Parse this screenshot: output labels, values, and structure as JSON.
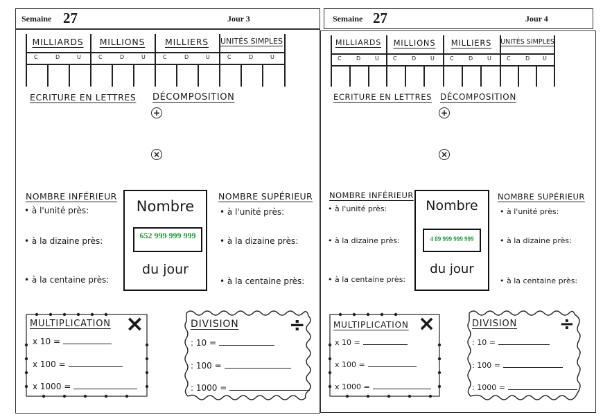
{
  "left": {
    "semaine_label": "Semaine",
    "semaine_num": "27",
    "jour": "Jour 3",
    "nombre_du_jour": "652 999 999 999"
  },
  "right": {
    "semaine_label": "Semaine",
    "semaine_num": "27",
    "jour": "Jour 4",
    "nombre_du_jour": "4 89 999 999 999"
  },
  "place_value": {
    "groups": [
      "MILLIARDS",
      "MILLIONS",
      "MILLIERS",
      "UNITÉS SIMPLES"
    ],
    "columns": [
      "C",
      "D",
      "U"
    ]
  },
  "sections": {
    "ecriture": "ECRITURE EN LETTRES",
    "decomposition": "DÉCOMPOSITION",
    "plus_symbol": "+",
    "times_symbol": "×"
  },
  "nombre": {
    "inferieur": "NOMBRE INFÉRIEUR",
    "superieur": "NOMBRE SUPÉRIEUR",
    "unite": "à l'unité près:",
    "dizaine": "à la dizaine près:",
    "centaine": "à la centaine près:",
    "box_top": "Nombre",
    "box_bottom": "du jour"
  },
  "ops": {
    "mult_title": "MULTIPLICATION",
    "mult_icon": "×",
    "x10": "x 10 =",
    "x100": "x 100 =",
    "x1000": "x 1000 =",
    "div_title": "DIVISION",
    "div_icon": "÷",
    "d10": ": 10 =",
    "d100": ": 100 =",
    "d1000": ": 1000 ="
  },
  "colors": {
    "number_green": "#1e9a3c"
  }
}
